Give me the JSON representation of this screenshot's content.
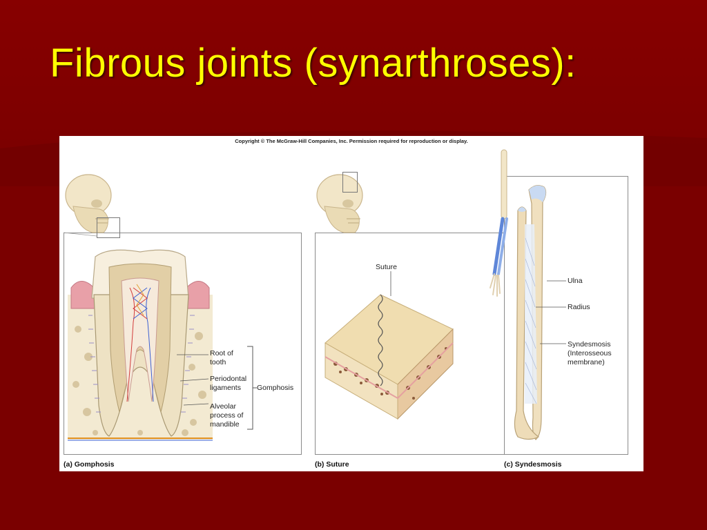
{
  "slide": {
    "title": "Fibrous joints (synarthroses):",
    "title_color": "#ffff00",
    "background_color": "#7a0000"
  },
  "figure": {
    "copyright": "Copyright © The McGraw-Hill Companies, Inc. Permission required for reproduction or display.",
    "panels": [
      {
        "caption": "(a) Gomphosis",
        "labels": {
          "root": [
            "Root of",
            "tooth"
          ],
          "periodontal": [
            "Periodontal",
            "ligaments"
          ],
          "alveolar": [
            "Alveolar",
            "process of",
            "mandible"
          ],
          "group": "Gomphosis"
        }
      },
      {
        "caption": "(b) Suture",
        "labels": {
          "suture": "Suture"
        }
      },
      {
        "caption": "(c) Syndesmosis",
        "labels": {
          "ulna": "Ulna",
          "radius": "Radius",
          "syndesmosis": [
            "Syndesmosis",
            "(Interosseous",
            "membrane)"
          ]
        }
      }
    ]
  }
}
